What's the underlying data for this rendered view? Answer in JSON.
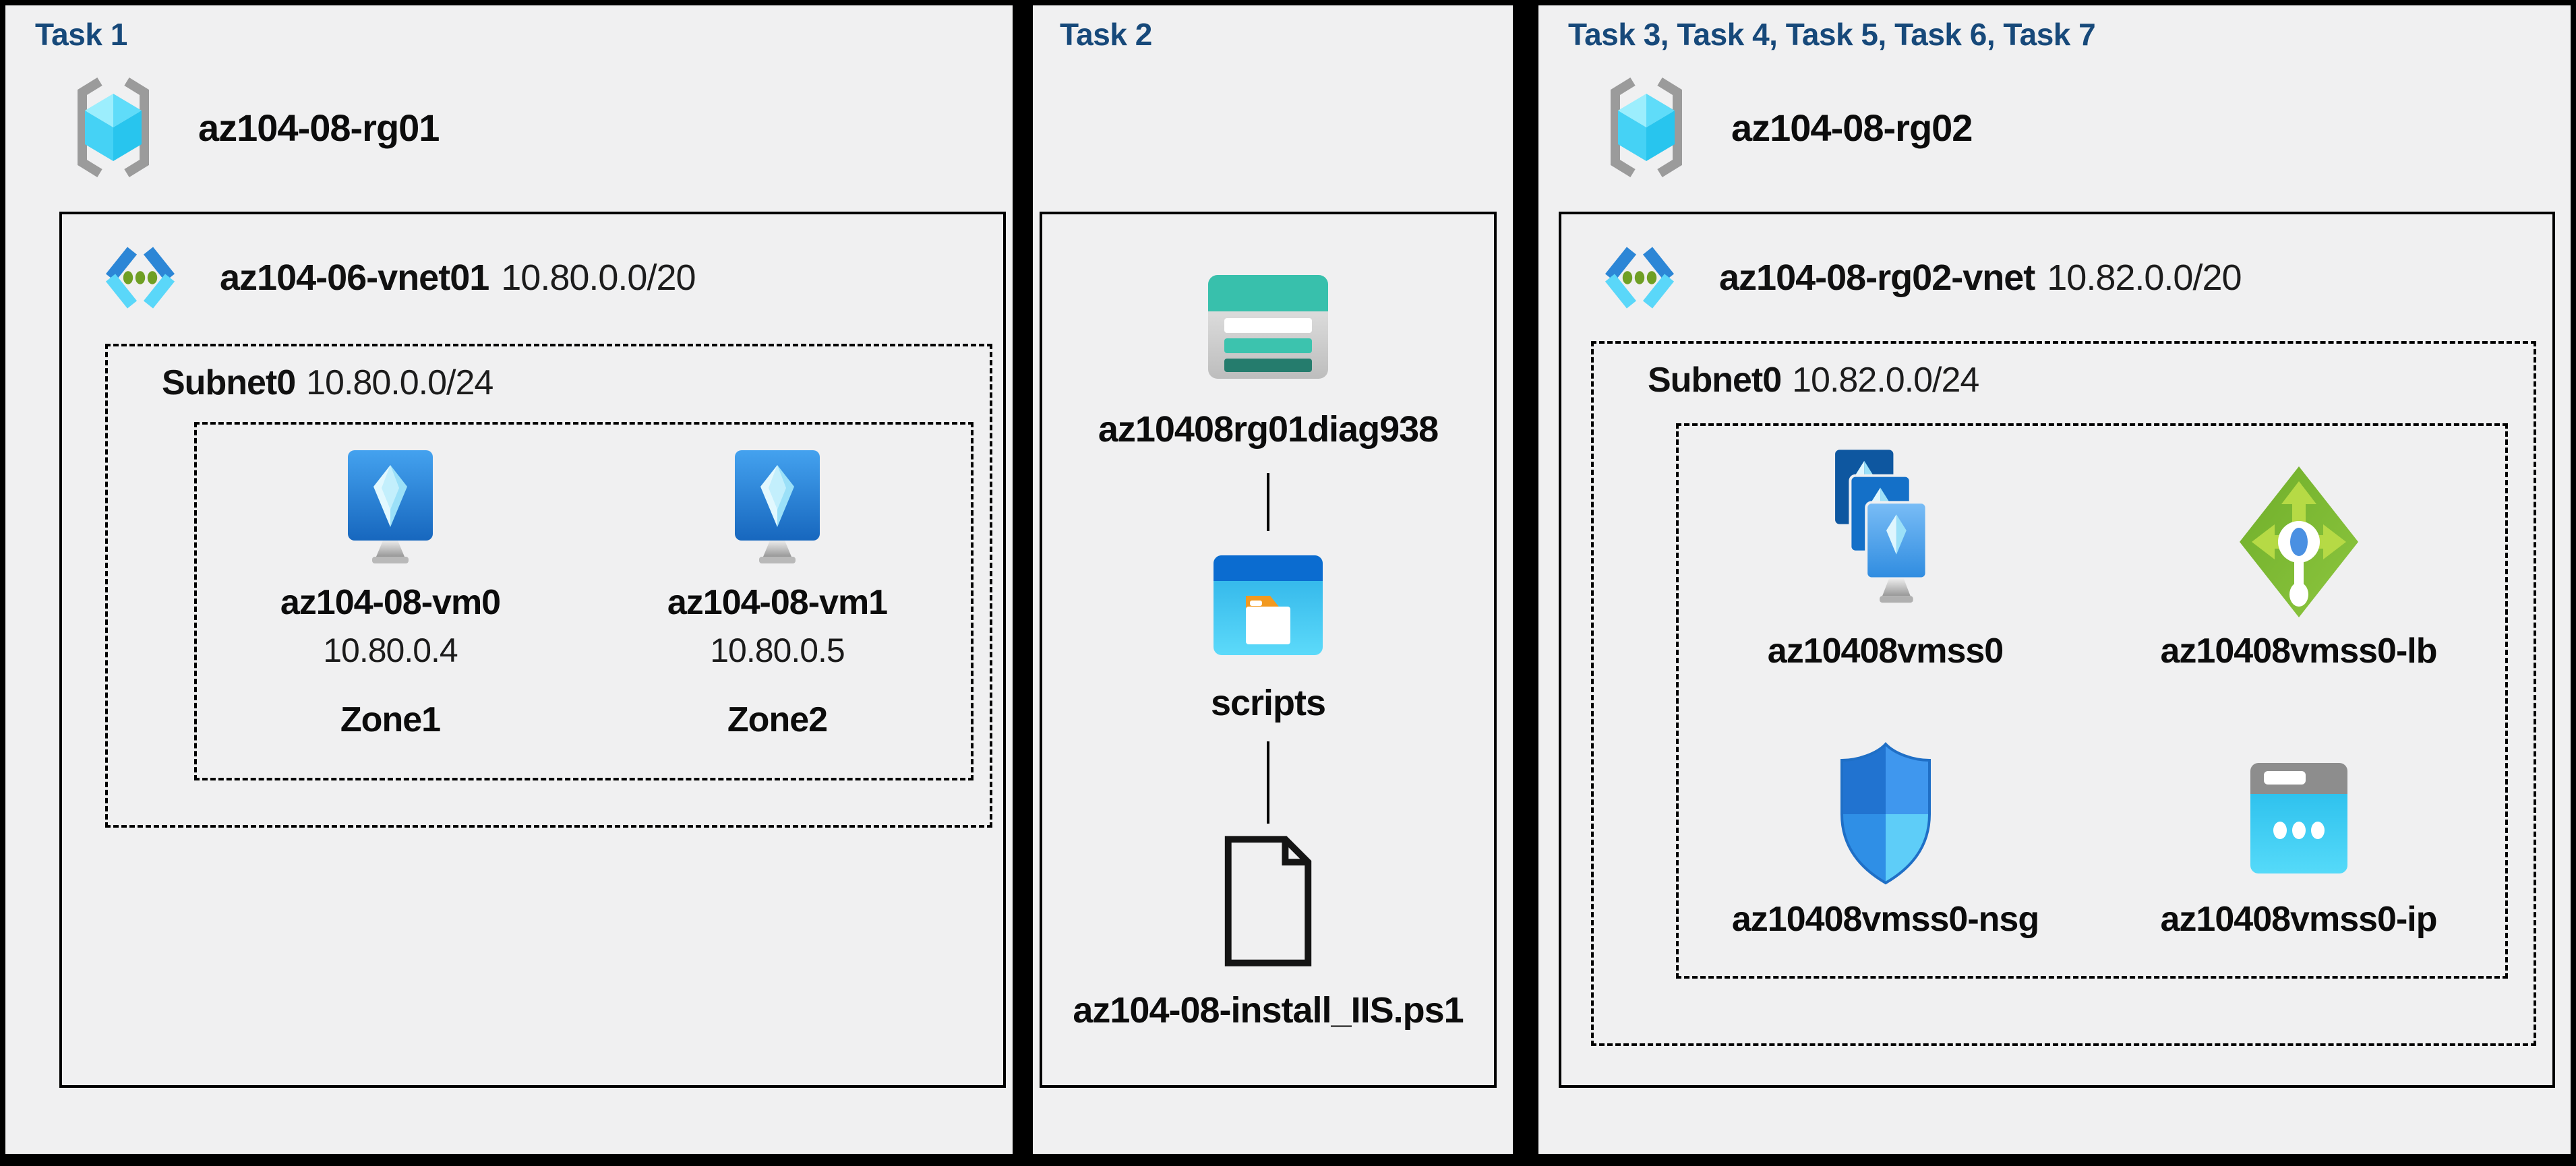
{
  "colors": {
    "background": "#000000",
    "panel_background": "#f0f0f1",
    "task_title": "#17497a",
    "label_text": "#0c0c0c",
    "border": "#000000",
    "storage_teal": "#38c0ac",
    "folder_orange": "#f2991f",
    "lb_green": "#7db431",
    "azure_blue": "#2c86d6",
    "light_cyan": "#5ad7f9"
  },
  "panels": {
    "task1": {
      "title": "Task 1",
      "resource_group": "az104-08-rg01",
      "vnet": {
        "name": "az104-06-vnet01",
        "cidr": "10.80.0.0/20"
      },
      "subnet": {
        "name": "Subnet0",
        "cidr": "10.80.0.0/24"
      },
      "vms": [
        {
          "name": "az104-08-vm0",
          "ip": "10.80.0.4",
          "zone": "Zone1"
        },
        {
          "name": "az104-08-vm1",
          "ip": "10.80.0.5",
          "zone": "Zone2"
        }
      ]
    },
    "task2": {
      "title": "Task 2",
      "storage_account": "az10408rg01diag938",
      "container": "scripts",
      "script_file": "az104-08-install_IIS.ps1"
    },
    "tasks3to7": {
      "title": "Task 3, Task 4, Task 5, Task 6, Task 7",
      "resource_group": "az104-08-rg02",
      "vnet": {
        "name": "az104-08-rg02-vnet",
        "cidr": "10.82.0.0/20"
      },
      "subnet": {
        "name": "Subnet0",
        "cidr": "10.82.0.0/24"
      },
      "resources": [
        {
          "name": "az10408vmss0",
          "type": "virtual machine scale set"
        },
        {
          "name": "az10408vmss0-lb",
          "type": "load balancer"
        },
        {
          "name": "az10408vmss0-nsg",
          "type": "network security group"
        },
        {
          "name": "az10408vmss0-ip",
          "type": "public ip address"
        }
      ]
    }
  }
}
